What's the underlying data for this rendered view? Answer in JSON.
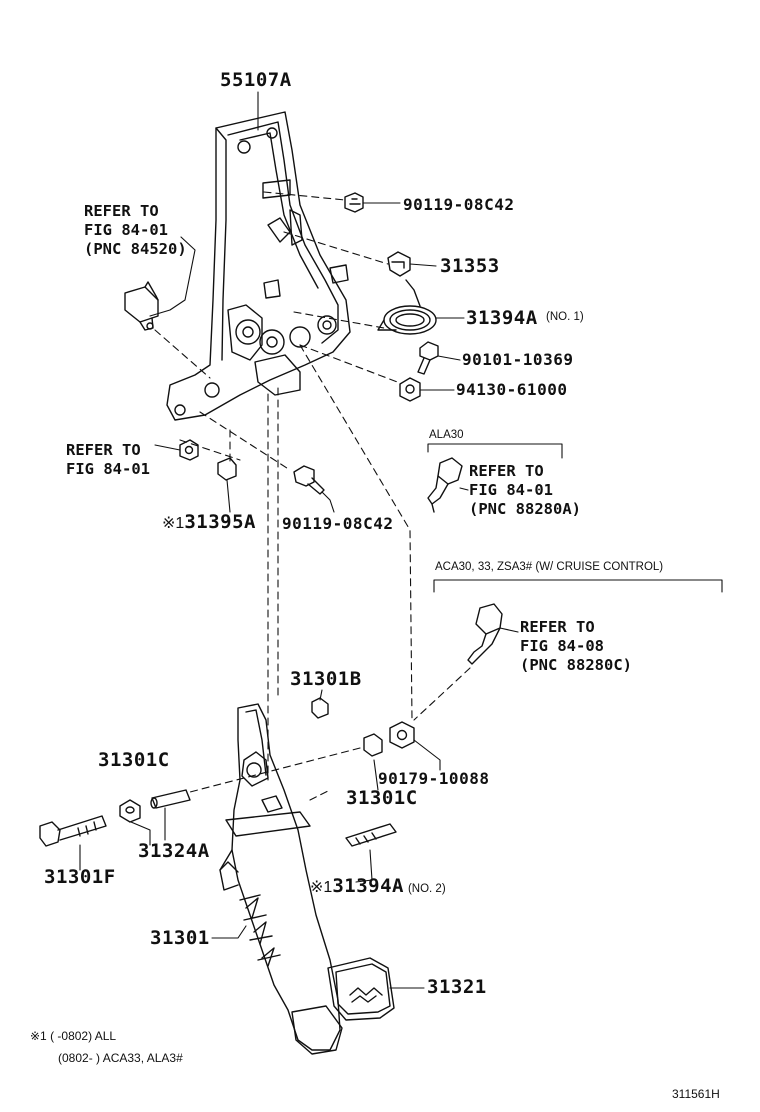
{
  "diagram_code": "311561H",
  "parts": {
    "p55107A": "55107A",
    "p90119_top": "90119-08C42",
    "p31353": "31353",
    "p31394A": "31394A",
    "p31394A_note": "(NO. 1)",
    "p90101": "90101-10369",
    "p94130": "94130-61000",
    "p31395A": "31395A",
    "p31395A_mark": "※1",
    "p90119_mid": "90119-08C42",
    "p31301B": "31301B",
    "p31301C_left": "31301C",
    "p31301C_right": "31301C",
    "p90179": "90179-10088",
    "p31324A": "31324A",
    "p31301F": "31301F",
    "p31394A_2": "31394A",
    "p31394A_2_mark": "※1",
    "p31394A_2_note": "(NO. 2)",
    "p31301": "31301",
    "p31321": "31321"
  },
  "refs": {
    "ref_84520": [
      "REFER TO",
      "FIG 84-01",
      "(PNC 84520)"
    ],
    "ref_8401_left": [
      "REFER TO",
      "FIG 84-01"
    ],
    "ref_88280A": [
      "REFER TO",
      "FIG 84-01",
      "(PNC 88280A)"
    ],
    "ref_88280C": [
      "REFER TO",
      "FIG 84-08",
      "(PNC 88280C)"
    ]
  },
  "groups": {
    "ala30": "ALA30",
    "cruise": "ACA30, 33, ZSA3# (W/ CRUISE CONTROL)"
  },
  "footnote": {
    "line1": "※1 (      -0802) ALL",
    "line2": "(0802-      ) ACA33,  ALA3#"
  }
}
